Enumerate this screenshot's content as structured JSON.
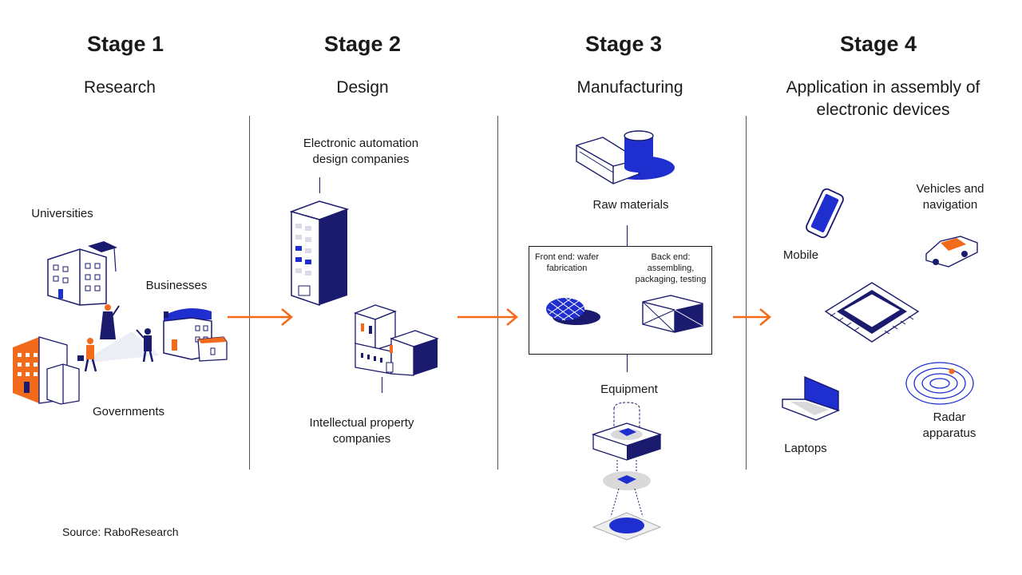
{
  "stages": [
    {
      "title": "Stage 1",
      "subtitle": "Research"
    },
    {
      "title": "Stage 2",
      "subtitle": "Design"
    },
    {
      "title": "Stage 3",
      "subtitle": "Manufacturing"
    },
    {
      "title": "Stage 4",
      "subtitle": "Application in assembly of electronic devices"
    }
  ],
  "research": {
    "universities": "Universities",
    "businesses": "Businesses",
    "governments": "Governments"
  },
  "design": {
    "eda": "Electronic automation design companies",
    "ip": "Intellectual property companies"
  },
  "manufacturing": {
    "raw_materials": "Raw materials",
    "front_end": "Front end: wafer fabrication",
    "back_end": "Back end: assembling, packaging, testing",
    "equipment": "Equipment"
  },
  "application": {
    "mobile": "Mobile",
    "vehicles": "Vehicles and navigation",
    "laptops": "Laptops",
    "radar": "Radar apparatus"
  },
  "source": "Source: RaboResearch",
  "colors": {
    "blue": "#1f2fcf",
    "navy": "#1a1a6e",
    "orange": "#f26b1d",
    "grey": "#d9d9d9"
  }
}
